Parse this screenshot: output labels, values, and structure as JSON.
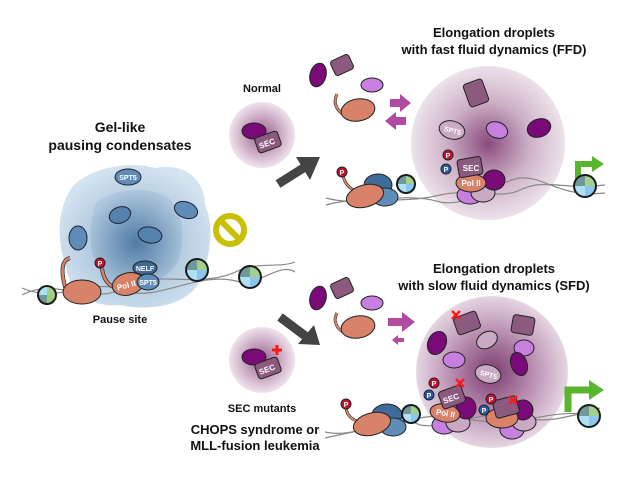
{
  "labels": {
    "gel_title_line1": "Gel-like",
    "gel_title_line2": "pausing condensates",
    "pause_site": "Pause site",
    "normal": "Normal",
    "ffd_title_line1": "Elongation droplets",
    "ffd_title_line2": "with fast fluid dynamics (FFD)",
    "sfd_title_line1": "Elongation droplets",
    "sfd_title_line2": "with slow fluid dynamics (SFD)",
    "sec_mutants": "SEC mutants",
    "disease_line1": "CHOPS syndrome or",
    "disease_line2": "MLL-fusion leukemia"
  },
  "protein_labels": {
    "spt5": "SPT5",
    "nelf": "NELF",
    "pol2": "Pol II",
    "sec": "SEC",
    "phospho": "P"
  },
  "icons": {
    "inhibit": "prohibition-icon",
    "transcription_start": "transcription-arrow-icon",
    "mutation": "red-x-mark-icon",
    "exchange": "bidirectional-arrows-icon"
  },
  "colors": {
    "gel_blue": "#5f8db8",
    "sec_purple": "#8b5a7e",
    "dark_purple": "#7a0a78",
    "light_purple": "#c77fe0",
    "salmon": "#d9826a",
    "exchange_arrow": "#b14aa0",
    "progress_arrow": "#444444",
    "start_arrow": "#5ab52e",
    "phospho_red": "#c8102e",
    "phospho_blue": "#2a5caa",
    "inhibit_yellow": "#c8c000",
    "mutation_red": "#ff1a1a"
  }
}
